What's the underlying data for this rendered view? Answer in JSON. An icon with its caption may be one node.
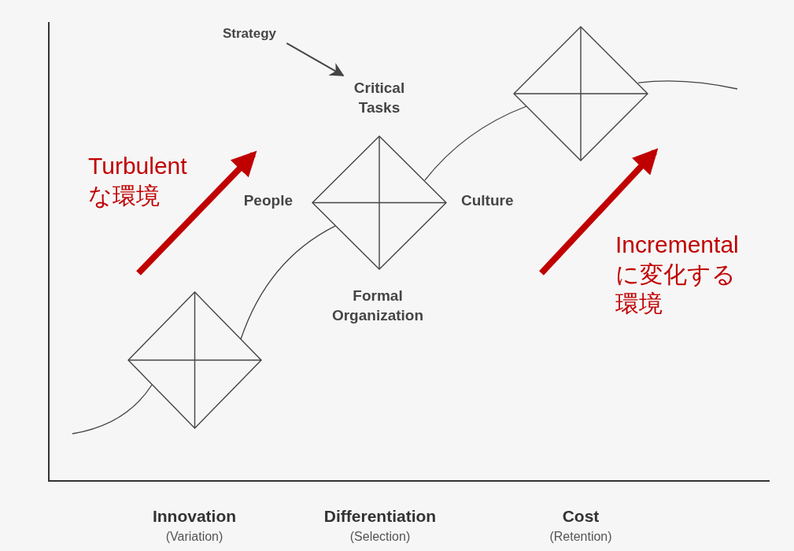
{
  "diagram": {
    "nodes": [
      {
        "text": [
          "Strategy"
        ]
      },
      {
        "text": [
          "Critical Tasks"
        ]
      },
      {
        "text": [],
        "shape": "diamond"
      },
      {
        "text": [],
        "shape": "diamond",
        "beside": [
          "People",
          "Culture",
          "Formal Organization"
        ]
      },
      {
        "text": [],
        "shape": "diamond"
      }
    ],
    "edges": [
      {
        "from": 0,
        "to": 1,
        "arrow": "to"
      },
      {
        "from": null,
        "to": 2,
        "arrow": "none"
      },
      {
        "from": 2,
        "to": 3,
        "arrow": "none"
      },
      {
        "from": 3,
        "to": 4,
        "arrow": "none"
      },
      {
        "from": 4,
        "to": null,
        "arrow": "none"
      }
    ],
    "labels": [
      "Turbulent な環境",
      "Incrementalに変化する環境",
      "Innovation",
      "(Variation)",
      "Differentiation",
      "(Selection)",
      "Cost",
      "(Retention)"
    ]
  }
}
